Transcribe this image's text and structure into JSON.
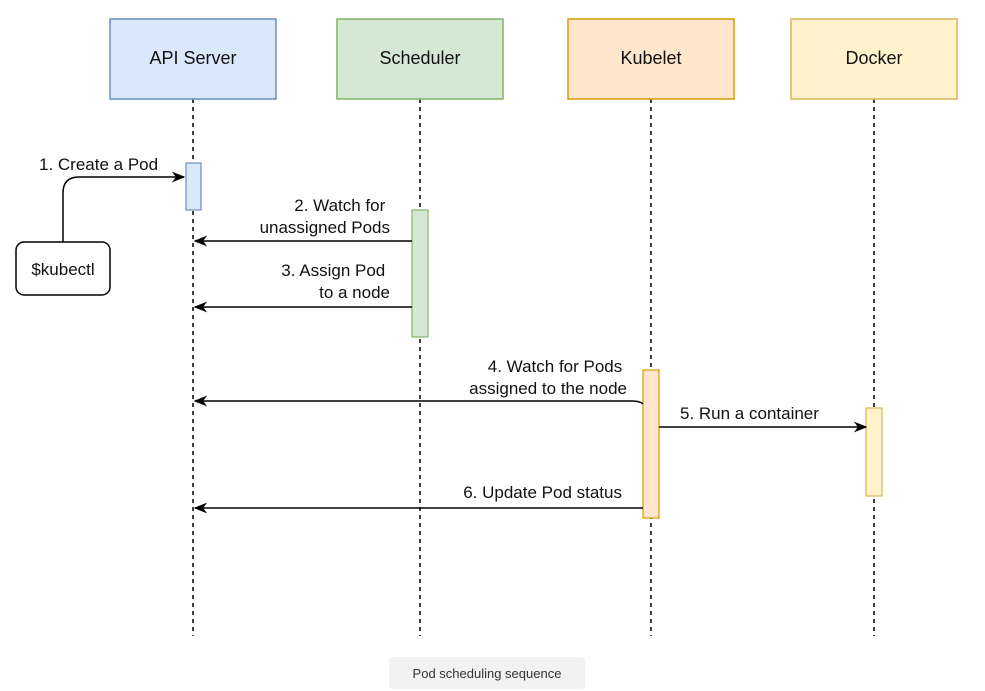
{
  "participants": [
    {
      "id": "api",
      "label": "API Server",
      "fill": "#dae8fc",
      "stroke": "#6c8ebf"
    },
    {
      "id": "sched",
      "label": "Scheduler",
      "fill": "#d5e8d4",
      "stroke": "#82b366"
    },
    {
      "id": "kubelet",
      "label": "Kubelet",
      "fill": "#ffe6cc",
      "stroke": "#d79b00"
    },
    {
      "id": "docker",
      "label": "Docker",
      "fill": "#fff2cc",
      "stroke": "#d6b656"
    }
  ],
  "actor": {
    "label": "$kubectl"
  },
  "messages": [
    {
      "id": "m1",
      "lines": [
        "1. Create a Pod"
      ],
      "from": "$kubectl",
      "to": "API Server"
    },
    {
      "id": "m2",
      "lines": [
        "2. Watch for",
        "unassigned Pods"
      ],
      "from": "Scheduler",
      "to": "API Server"
    },
    {
      "id": "m3",
      "lines": [
        "3. Assign Pod",
        "to a node"
      ],
      "from": "Scheduler",
      "to": "API Server"
    },
    {
      "id": "m4",
      "lines": [
        "4. Watch for Pods",
        "assigned to the node"
      ],
      "from": "Kubelet",
      "to": "API Server"
    },
    {
      "id": "m5",
      "lines": [
        "5. Run a container"
      ],
      "from": "Kubelet",
      "to": "Docker"
    },
    {
      "id": "m6",
      "lines": [
        "6. Update Pod status"
      ],
      "from": "Kubelet",
      "to": "API Server"
    }
  ],
  "caption": "Pod scheduling sequence"
}
